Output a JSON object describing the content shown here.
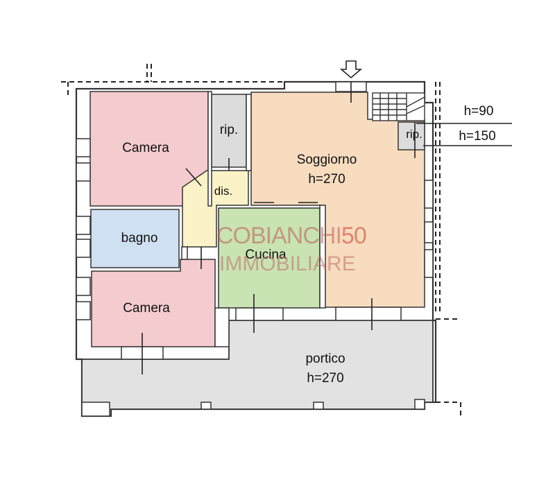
{
  "rooms": {
    "camera_top": "Camera",
    "rip_small": "rip.",
    "soggiorno": "Soggiorno",
    "soggiorno_h": "h=270",
    "dis": "dis.",
    "bagno": "bagno",
    "cucina": "Cucina",
    "camera_bottom": "Camera",
    "portico": "portico",
    "portico_h": "h=270",
    "rip_stairs": "rip."
  },
  "heights": {
    "h90": "h=90",
    "h150": "h=150"
  },
  "watermark": {
    "line1_main": "COBIANCHI",
    "line1_num": "50",
    "line2": "IMMOBILIARE"
  },
  "colors": {
    "camera": "#f4cbce",
    "bagno": "#cfe0f2",
    "rip": "#dcdcdc",
    "soggiorno": "#f7dcbf",
    "disimpegno": "#fbf3c7",
    "cucina": "#c9e3b3",
    "portico": "#e2e2e2",
    "wall": "#ffffff",
    "watermark": "#c9453a"
  }
}
